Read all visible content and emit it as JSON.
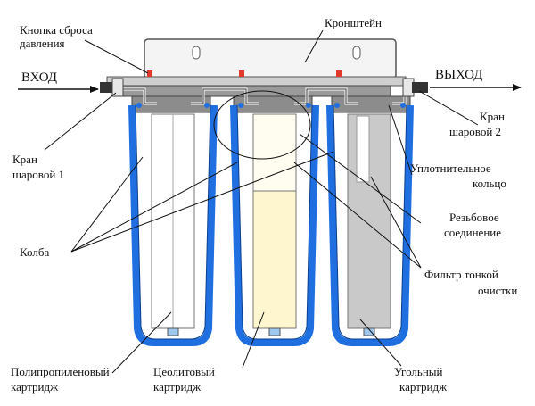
{
  "labels": {
    "pressure_button_l1": "Кнопка сброса",
    "pressure_button_l2": "давления",
    "bracket": "Кронштейн",
    "inlet": "ВХОД",
    "outlet": "ВЫХОД",
    "valve2_l1": "Кран",
    "valve2_l2": "шаровой 2",
    "valve1_l1": "Кран",
    "valve1_l2": "шаровой 1",
    "oring_l1": "Уплотнительное",
    "oring_l2": "кольцо",
    "thread_l1": "Резьбовое",
    "thread_l2": "соединение",
    "flask": "Колба",
    "fine_filter_l1": "Фильтр тонкой",
    "fine_filter_l2": "очистки",
    "pp_l1": "Полипропиленовый",
    "pp_l2": "картридж",
    "zeolite_l1": "Цеолитовый",
    "zeolite_l2": "картридж",
    "carbon_l1": "Угольный",
    "carbon_l2": "картридж"
  },
  "colors": {
    "housing": "#1f6fe0",
    "zeolite_fill": "#fdf6cf",
    "carbon_fill": "#c9c9c9",
    "relief_button": "#e23a2a"
  }
}
